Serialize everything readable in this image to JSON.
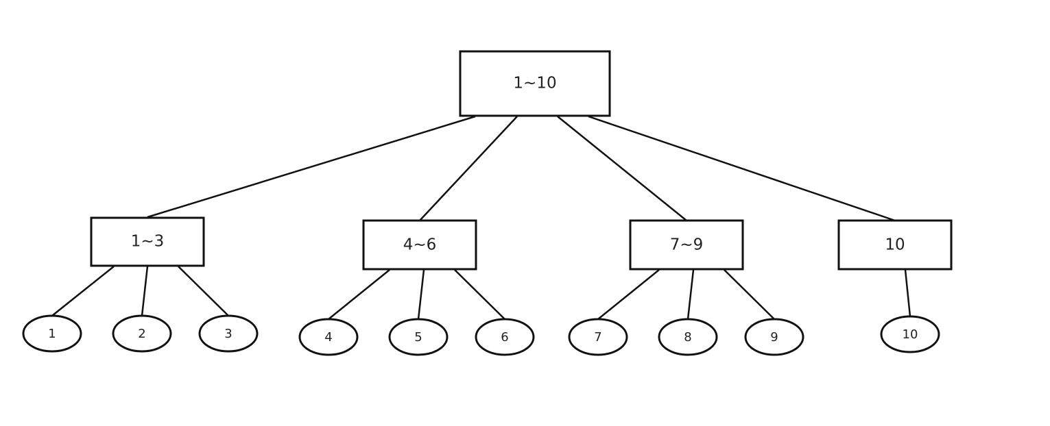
{
  "diagram": {
    "root": {
      "label": "1~10",
      "children": [
        {
          "label": "1~3",
          "children": [
            {
              "label": "1"
            },
            {
              "label": "2"
            },
            {
              "label": "3"
            }
          ]
        },
        {
          "label": "4~6",
          "children": [
            {
              "label": "4"
            },
            {
              "label": "5"
            },
            {
              "label": "6"
            }
          ]
        },
        {
          "label": "7~9",
          "children": [
            {
              "label": "7"
            },
            {
              "label": "8"
            },
            {
              "label": "9"
            }
          ]
        },
        {
          "label": "10",
          "children": [
            {
              "label": "10"
            }
          ]
        }
      ]
    }
  }
}
